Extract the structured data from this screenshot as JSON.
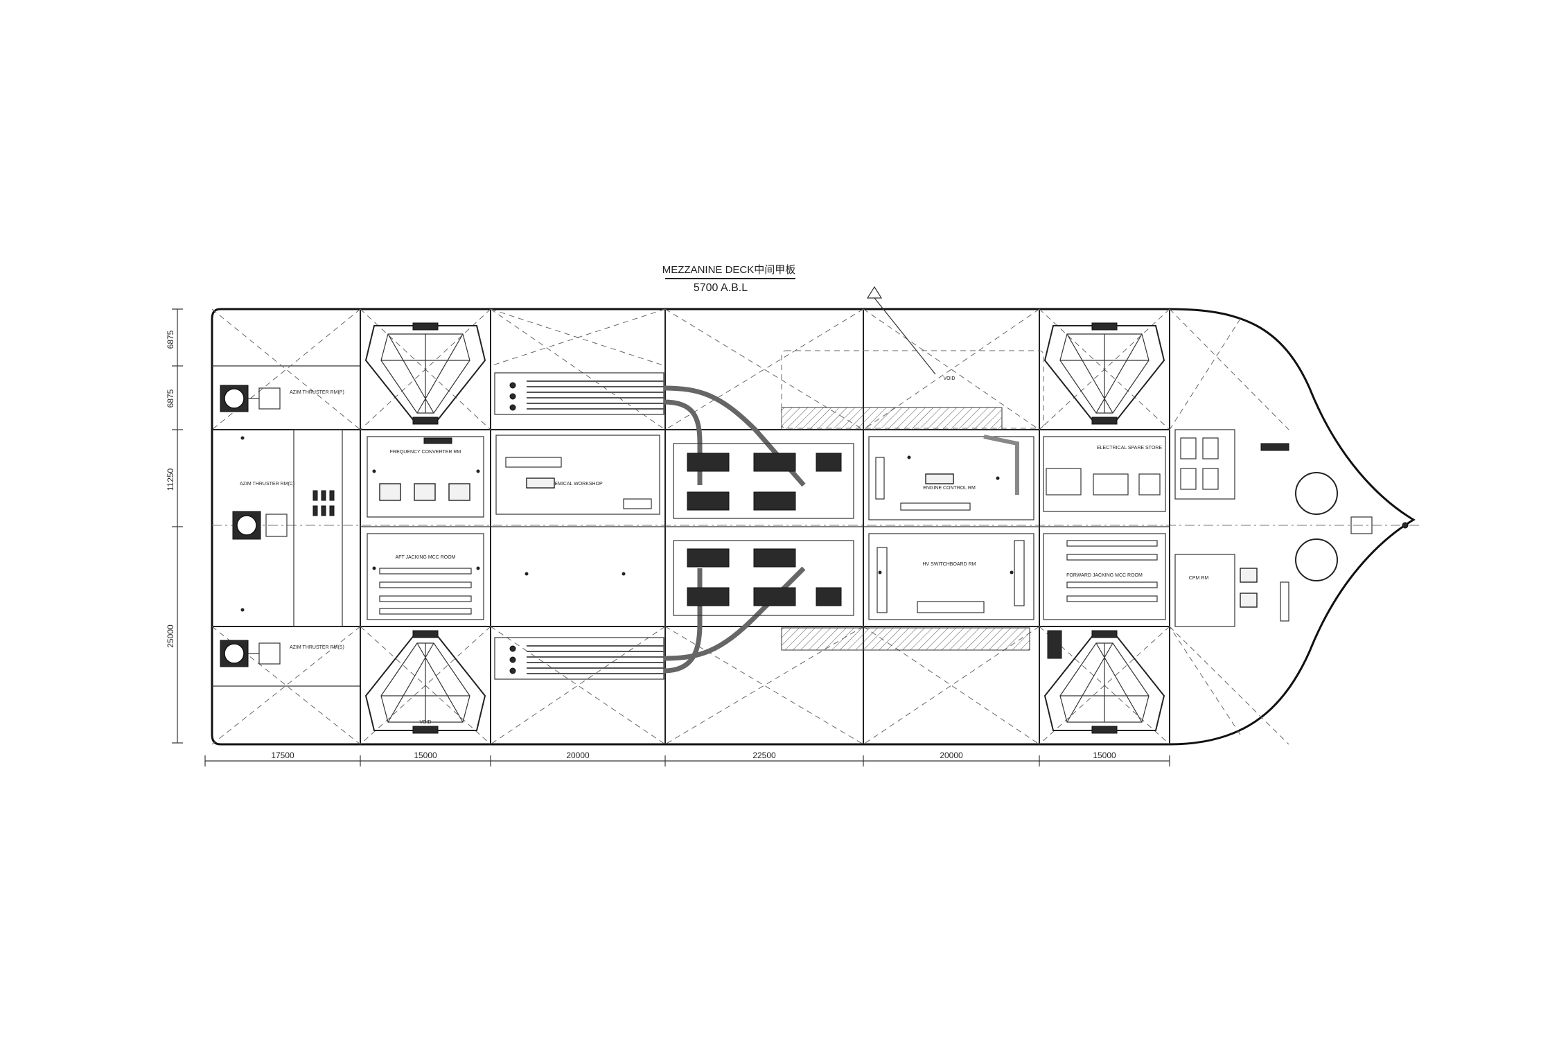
{
  "drawing": {
    "title": "MEZZANINE DECK中间甲板",
    "subtitle": "5700 A.B.L"
  },
  "dimensions": {
    "bottom": [
      "17500",
      "15000",
      "20000",
      "22500",
      "20000",
      "15000"
    ],
    "left": [
      "6875",
      "6875",
      "11250",
      "25000"
    ]
  },
  "rooms": {
    "frequency_converter": "FREQUENCY CONVERTER RM",
    "chemical_workshop": "CHEMICAL WORKSHOP",
    "engine_control": "ENGINE CONTROL RM",
    "electrical_spare_store": "ELECTRICAL SPARE STORE",
    "aft_jacking_mcc": "AFT JACKING MCC ROOM",
    "hv_switchboard": "HV SWITCHBOARD RM",
    "forward_jacking_mcc": "FORWARD JACKING MCC ROOM",
    "void_top": "VOID",
    "void_bottom": "VOID",
    "azim_thruster_port": "AZIM THRUSTER RM(P)",
    "azim_thruster_center": "AZIM THRUSTER RM(C)",
    "azim_thruster_star": "AZIM THRUSTER RM(S)",
    "cpm_rm": "CPM RM"
  }
}
